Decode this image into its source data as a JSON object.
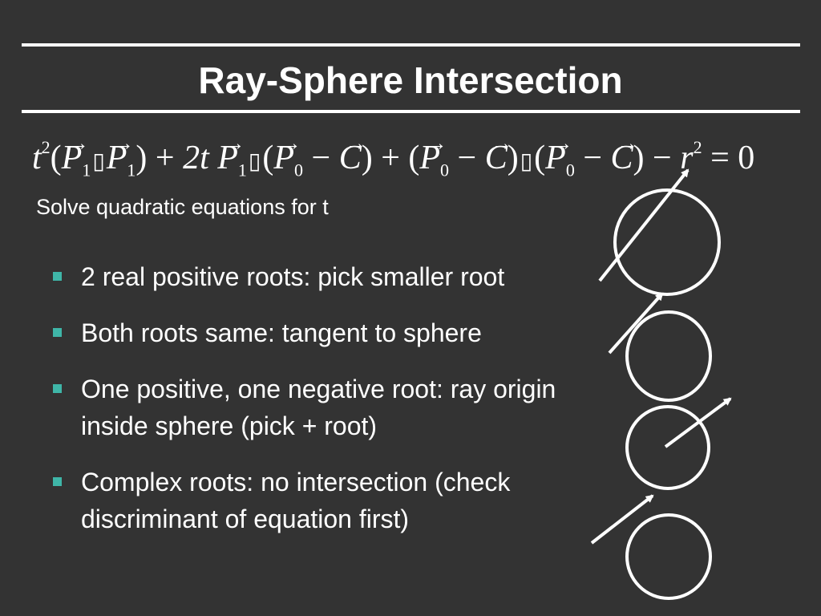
{
  "slide": {
    "title": "Ray-Sphere Intersection",
    "equation": {
      "t": "t",
      "two_t": "2t",
      "P": "P",
      "C": "C",
      "r": "r",
      "sq": "2",
      "one": "1",
      "zero": "0",
      "equals_zero": "= 0",
      "dot_glyph": "▯"
    },
    "subtitle": "Solve quadratic equations for t",
    "bullets": [
      "2 real positive roots: pick smaller root",
      "Both roots same: tangent to sphere",
      "One positive, one negative root: ray origin inside sphere (pick + root)",
      "Complex roots: no intersection (check discriminant of equation first)"
    ]
  },
  "colors": {
    "background": "#333333",
    "text": "#ffffff",
    "bullet_marker": "#3fb6a8"
  },
  "diagrams": [
    {
      "case": "two-intersections"
    },
    {
      "case": "tangent"
    },
    {
      "case": "origin-inside"
    },
    {
      "case": "no-intersection"
    }
  ]
}
